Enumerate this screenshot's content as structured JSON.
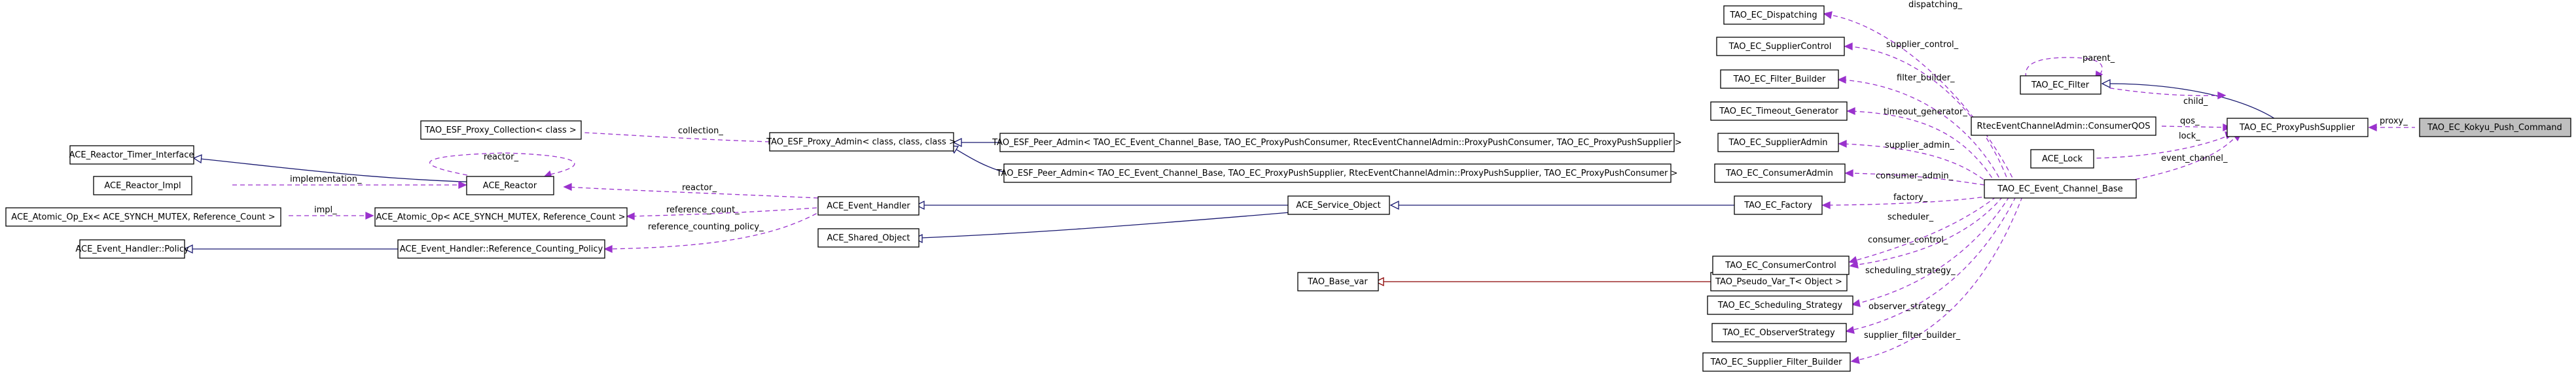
{
  "nodes": {
    "ace_reactor_timer_interface": "ACE_Reactor_Timer_Interface",
    "ace_reactor_impl": "ACE_Reactor_Impl",
    "ace_atomic_op_ex": "ACE_Atomic_Op_Ex< ACE_SYNCH_MUTEX, Reference_Count >",
    "ace_event_handler_policy": "ACE_Event_Handler::Policy",
    "tao_esf_proxy_collection": "TAO_ESF_Proxy_Collection< class >",
    "ace_reactor": "ACE_Reactor",
    "ace_atomic_op": "ACE_Atomic_Op< ACE_SYNCH_MUTEX, Reference_Count >",
    "ace_event_handler_rcp": "ACE_Event_Handler::Reference_Counting_Policy",
    "tao_esf_proxy_admin": "TAO_ESF_Proxy_Admin< class, class, class >",
    "ace_event_handler": "ACE_Event_Handler",
    "ace_shared_object": "ACE_Shared_Object",
    "tao_esf_peer_admin_1": "TAO_ESF_Peer_Admin< TAO_EC_Event_Channel_Base, TAO_EC_ProxyPushConsumer, RtecEventChannelAdmin::ProxyPushConsumer, TAO_EC_ProxyPushSupplier >",
    "tao_esf_peer_admin_2": "TAO_ESF_Peer_Admin< TAO_EC_Event_Channel_Base, TAO_EC_ProxyPushSupplier, RtecEventChannelAdmin::ProxyPushSupplier, TAO_EC_ProxyPushConsumer >",
    "ace_service_object": "ACE_Service_Object",
    "tao_base_var": "TAO_Base_var",
    "tao_ec_dispatching": "TAO_EC_Dispatching",
    "tao_ec_suppliercontrol": "TAO_EC_SupplierControl",
    "tao_ec_filter_builder": "TAO_EC_Filter_Builder",
    "tao_ec_timeout_generator": "TAO_EC_Timeout_Generator",
    "tao_ec_supplieradmin": "TAO_EC_SupplierAdmin",
    "tao_ec_consumeradmin": "TAO_EC_ConsumerAdmin",
    "tao_ec_factory": "TAO_EC_Factory",
    "tao_pseudo_var_t": "TAO_Pseudo_Var_T< Object >",
    "tao_ec_consumercontrol": "TAO_EC_ConsumerControl",
    "tao_ec_scheduling_strategy": "TAO_EC_Scheduling_Strategy",
    "tao_ec_observerstrategy": "TAO_EC_ObserverStrategy",
    "tao_ec_supplier_filter_builder": "TAO_EC_Supplier_Filter_Builder",
    "tao_ec_filter": "TAO_EC_Filter",
    "rtec_consumerqos": "RtecEventChannelAdmin::ConsumerQOS",
    "ace_lock": "ACE_Lock",
    "tao_ec_event_channel_base": "TAO_EC_Event_Channel_Base",
    "tao_ec_proxypushsupplier": "TAO_EC_ProxyPushSupplier",
    "tao_ec_kokyu_push_command": "TAO_EC_Kokyu_Push_Command"
  },
  "edge_labels": {
    "reactor_self": "reactor_",
    "implementation": "implementation_",
    "impl": "impl_",
    "collection": "collection_",
    "reactor": "reactor_",
    "reference_count": "reference_count_",
    "reference_counting_policy": "reference_counting_policy_",
    "dispatching": "dispatching_",
    "supplier_control": "supplier_control_",
    "filter_builder": "filter_builder_",
    "timeout_generator": "timeout_generator_",
    "supplier_admin": "supplier_admin_",
    "consumer_admin": "consumer_admin_",
    "factory": "factory_",
    "scheduler": "scheduler_",
    "consumer_control": "consumer_control_",
    "scheduling_strategy": "scheduling_strategy_",
    "observer_strategy": "observer_strategy_",
    "supplier_filter_builder": "supplier_filter_builder_",
    "parent": "parent_",
    "child": "child_",
    "qos": "qos_",
    "lock": "lock_",
    "event_channel": "event_channel_",
    "proxy": "proxy_"
  },
  "colors": {
    "inheritance": "#191970",
    "template_instance": "#8b0000",
    "usage": "#9a32cd",
    "highlight_fill": "#bfbfbf"
  }
}
